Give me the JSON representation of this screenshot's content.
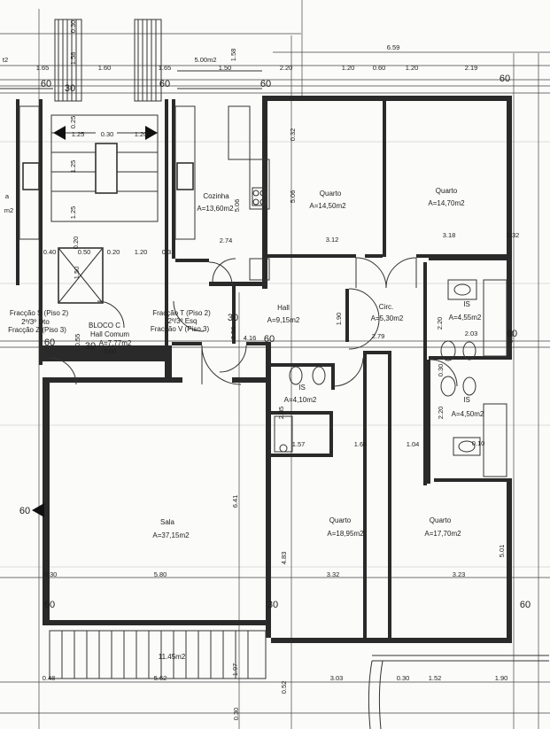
{
  "rooms": {
    "cozinha": {
      "name": "Cozinha",
      "area": "A=13,60m2"
    },
    "quarto1": {
      "name": "Quarto",
      "area": "A=14,50m2"
    },
    "quarto2": {
      "name": "Quarto",
      "area": "A=14,70m2"
    },
    "hall": {
      "name": "Hall",
      "area": "A=9,15m2"
    },
    "circ": {
      "name": "Circ.",
      "area": "A=5,30m2"
    },
    "is1": {
      "name": "IS",
      "area": "A=4,55m2"
    },
    "is2": {
      "name": "IS",
      "area": "A=4,50m2"
    },
    "is3": {
      "name": "IS",
      "area": "A=4,10m2"
    },
    "sala": {
      "name": "Sala",
      "area": "A=37,15m2"
    },
    "quarto3": {
      "name": "Quarto",
      "area": "A=18,95m2"
    },
    "quarto4": {
      "name": "Quarto",
      "area": "A=17,70m2"
    },
    "hall_comum": {
      "line1": "BLOCO C",
      "line2": "Hall Comum",
      "area": "A=7,77m2"
    },
    "varanda": {
      "area": "11.45m2"
    }
  },
  "fractions": {
    "left1": "Fracção S (Piso 2)",
    "left2": "2º/3º Dto",
    "left3": "Fracção Z (Piso 3)",
    "right1": "Fracção T (Piso 2)",
    "right2": "2º/3º Esq",
    "right3": "Fracção V (Piso 3)"
  },
  "edge_texts": {
    "a": "a",
    "m2": "m2",
    "t2": "t2",
    "top_area": "5.00m2"
  },
  "dimensions": {
    "top_row": [
      "1.65",
      "1.60",
      "1.65",
      "1.50",
      "2.20",
      "1.20",
      "0.60",
      "1.20",
      "2.19"
    ],
    "top_total": "6.59",
    "top_vertical": [
      "0.30",
      "1.58",
      "1.58"
    ],
    "stair": [
      "0.25",
      "0.30",
      "1.25",
      "1.25",
      "1.25",
      "1.20",
      "1.50",
      "0.50",
      "1.20",
      "0.40",
      "0.20",
      "0.31",
      "0.20"
    ],
    "kitchen": [
      "5.06",
      "2.74"
    ],
    "rooms_top": [
      "0.32",
      "5.06",
      "3.12",
      "3.18",
      "0.32"
    ],
    "hall_area": [
      "2.56",
      "4.16",
      "1.90",
      "2.79",
      "2.20",
      "2.03",
      "0.50",
      "3.00",
      "0.55"
    ],
    "middle": [
      "2.85",
      "1.57",
      "1.66",
      "1.04",
      "2.20",
      "0.30",
      "0.10"
    ],
    "lower": [
      "6.41",
      "4.83",
      "5.80",
      "3.32",
      "3.23",
      "5.01",
      "0.30"
    ],
    "bottom": [
      "0.48",
      "5.62",
      "1.97",
      "0.52",
      "3.03",
      "0.30",
      "1.52",
      "1.90",
      "0.30"
    ]
  },
  "axis_labels": [
    "60",
    "60",
    "60",
    "30",
    "30",
    "60",
    "60",
    "60",
    "60",
    "30",
    "30",
    "60",
    "60",
    "60"
  ]
}
